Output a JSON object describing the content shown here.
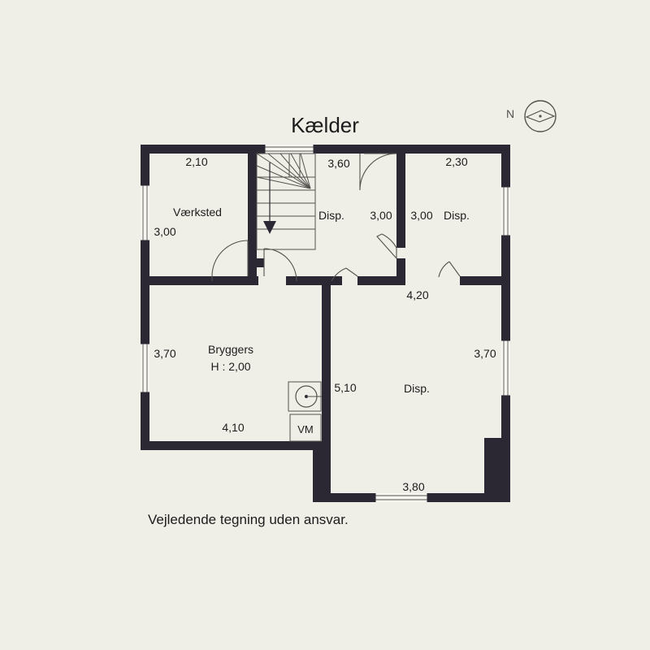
{
  "page": {
    "title": "Kælder",
    "disclaimer": "Vejledende tegning uden ansvar.",
    "background_color": "#f0efe7",
    "wall_color": "#2b2733",
    "line_color": "#55524e",
    "text_color": "#1c1c1c"
  },
  "compass": {
    "label": "N",
    "icon": "compass-needle-icon"
  },
  "rooms": [
    {
      "name": "Værksted",
      "height_label": ""
    },
    {
      "name": "Disp.",
      "height_label": ""
    },
    {
      "name": "Disp.",
      "height_label": ""
    },
    {
      "name": "Bryggers",
      "height_label": "H : 2,00"
    },
    {
      "name": "Disp.",
      "height_label": ""
    }
  ],
  "room_labels": {
    "vaerksted": "Værksted",
    "disp_top_mid": "Disp.",
    "disp_top_right": "Disp.",
    "bryggers": "Bryggers",
    "bryggers_height": "H : 2,00",
    "disp_bottom": "Disp."
  },
  "dimensions": {
    "vaerksted_width": "2,10",
    "vaerksted_height": "3,00",
    "stair_top": "3,60",
    "mid_left_depth": "3,00",
    "mid_right_depth": "3,00",
    "disp_top_right_width": "2,30",
    "disp_bottom_top": "4,20",
    "bryggers_height_dim": "3,70",
    "bryggers_width": "4,10",
    "disp_bottom_left": "5,10",
    "disp_bottom_right": "3,70",
    "disp_bottom_bottom": "3,80"
  },
  "fixtures": {
    "washing_machine": "VM",
    "floor_drain": "floor-drain-icon",
    "stair_direction": "stair-down-arrow-icon"
  }
}
